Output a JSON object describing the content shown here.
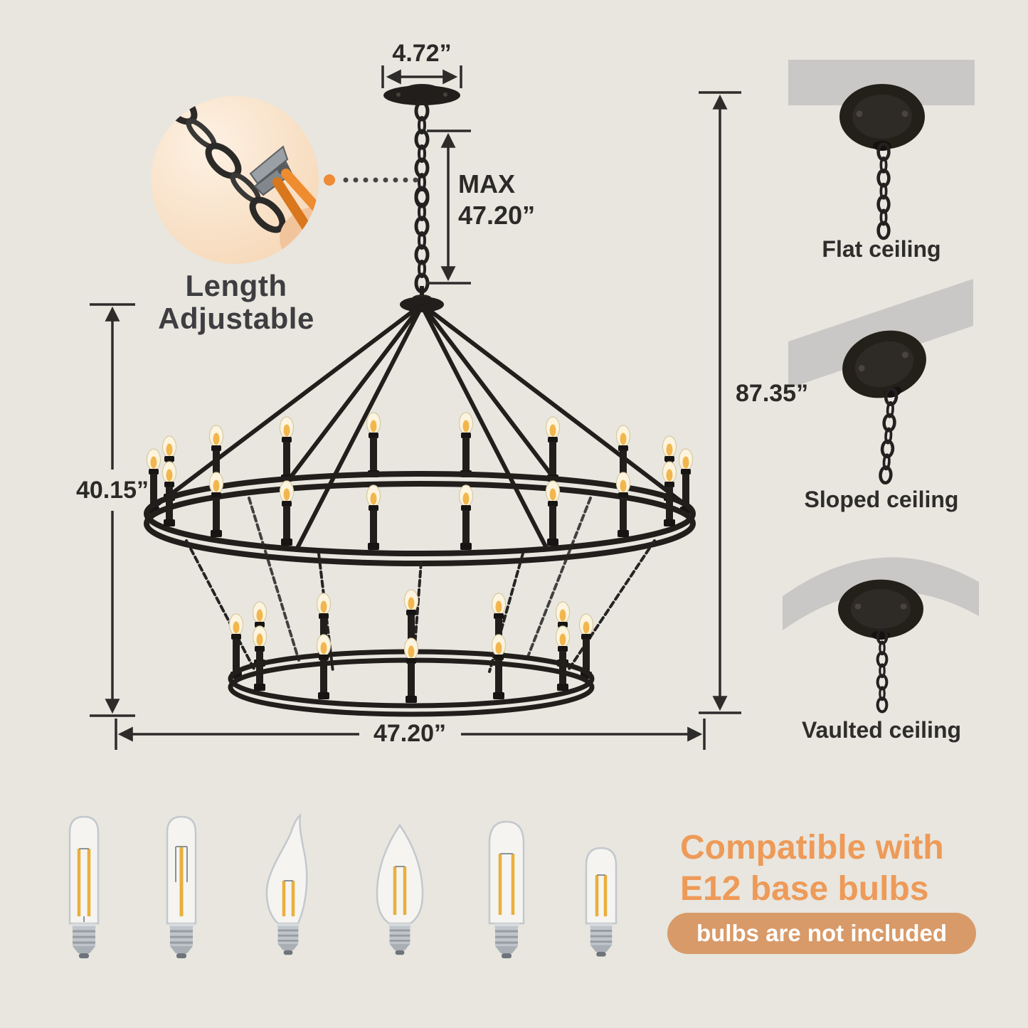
{
  "measurements": {
    "canopy_width": "4.72”",
    "chain_max_label": "MAX",
    "chain_max_value": "47.20”",
    "fixture_height": "40.15”",
    "total_height": "87.35”",
    "fixture_width": "47.20”"
  },
  "adjustable": {
    "line1": "Length",
    "line2": "Adjustable"
  },
  "ceilings": {
    "flat": {
      "label": "Flat ceiling"
    },
    "sloped": {
      "label": "Sloped ceiling"
    },
    "vaulted": {
      "label": "Vaulted ceiling"
    }
  },
  "compatibility": {
    "line1": "Compatible with",
    "line2": "E12 base bulbs",
    "badge": "bulbs are not included"
  },
  "colors": {
    "accent_orange": "#EE9A58",
    "badge_background": "#D89A68",
    "fixture_black": "#211E1C",
    "ceiling_gray": "#C9C8C6",
    "dimension_dark": "#2E2C2A",
    "filament_gold": "#E9AF3C",
    "inset_peach": "#F8DDC0"
  }
}
